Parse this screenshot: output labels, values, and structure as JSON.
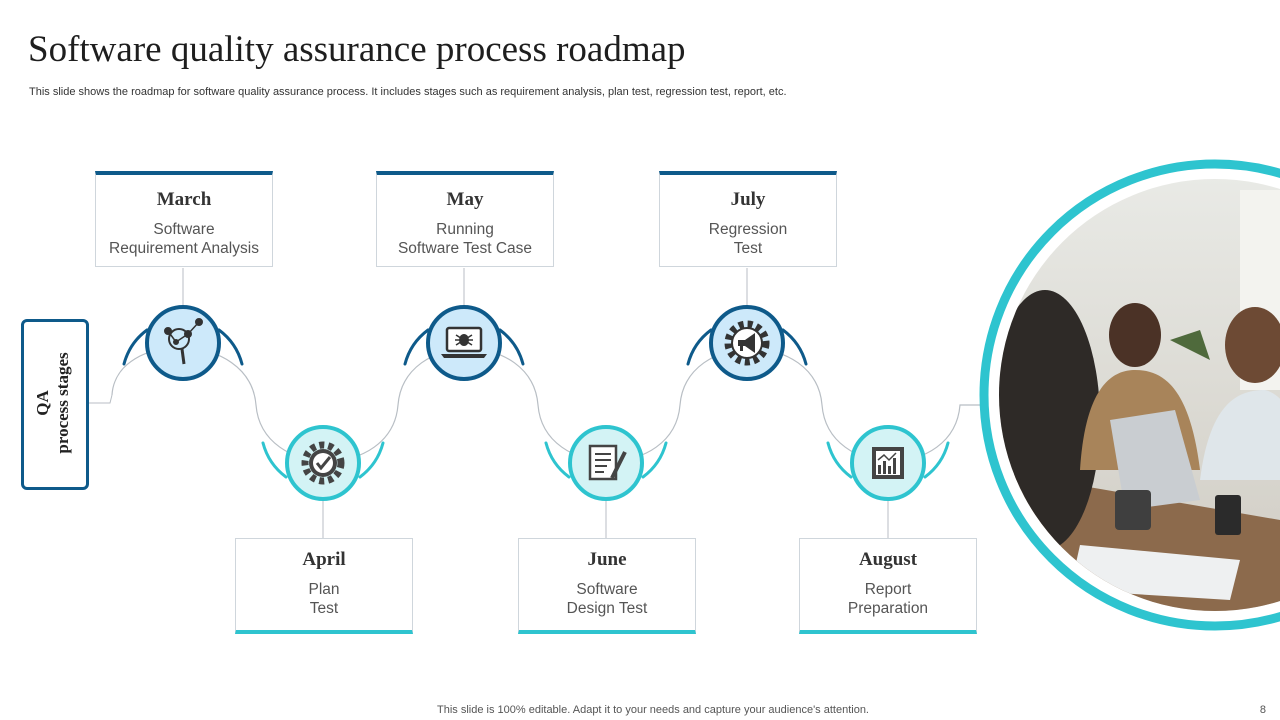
{
  "header": {
    "title": "Software quality assurance process roadmap",
    "subtitle": "This slide shows the roadmap for software quality assurance process. It includes stages such as requirement analysis, plan test, regression test, report, etc."
  },
  "side_label": {
    "line1": "QA",
    "line2": "process stages"
  },
  "stages": [
    {
      "month": "March",
      "label": "Software\nRequirement Analysis",
      "icon": "magnifier-network-icon"
    },
    {
      "month": "April",
      "label": "Plan\nTest",
      "icon": "gear-check-icon"
    },
    {
      "month": "May",
      "label": "Running\nSoftware Test Case",
      "icon": "laptop-bug-icon"
    },
    {
      "month": "June",
      "label": "Software\nDesign Test",
      "icon": "document-pen-icon"
    },
    {
      "month": "July",
      "label": "Regression\nTest",
      "icon": "gear-megaphone-icon"
    },
    {
      "month": "August",
      "label": "Report\nPreparation",
      "icon": "bar-chart-report-icon"
    }
  ],
  "photo": {
    "description_icon": "team-meeting-photo"
  },
  "colors": {
    "dark_blue": "#0e5a8a",
    "teal": "#2ec4cf",
    "light_circle": "#cde9fa",
    "light_teal": "#d3f3f5"
  },
  "footer": {
    "note": "This slide is 100% editable. Adapt it to your needs and capture your audience's attention.",
    "page": "8"
  }
}
